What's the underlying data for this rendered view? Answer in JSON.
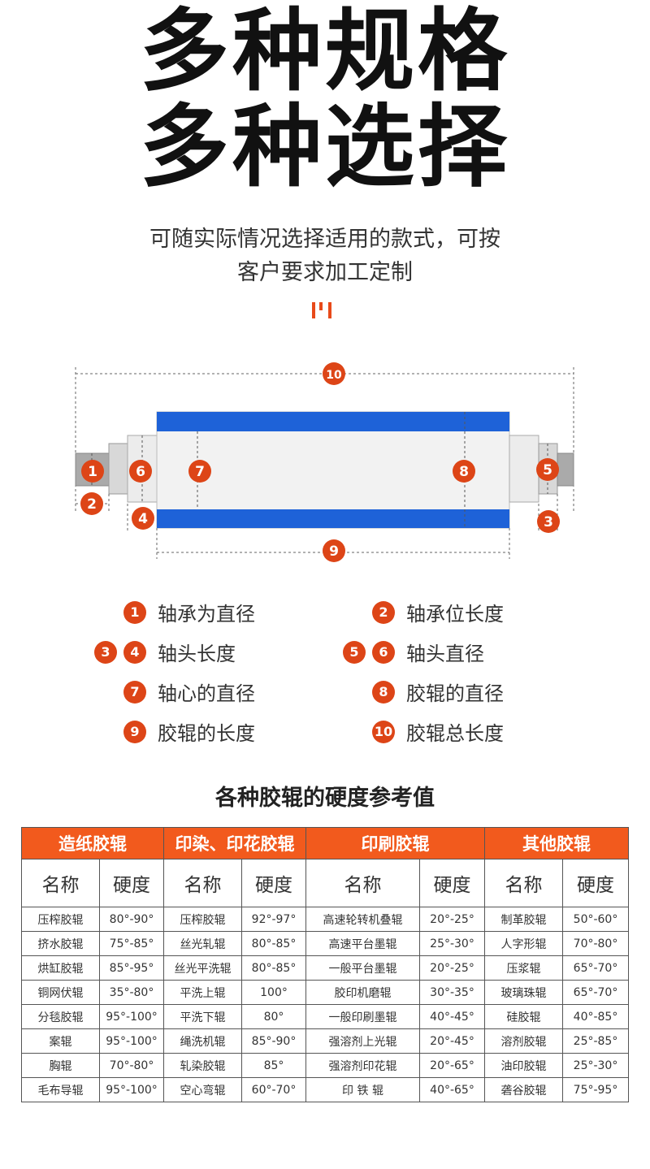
{
  "headline": {
    "line1": "多种规格",
    "line2": "多种选择"
  },
  "subtitle": {
    "line1": "可随实际情况选择适用的款式，可按",
    "line2": "客户要求加工定制"
  },
  "colors": {
    "accent": "#f25a1d",
    "badge": "#dd4517",
    "roller_blue": "#1e62d8"
  },
  "diagram": {
    "markers": [
      "1",
      "2",
      "3",
      "4",
      "5",
      "6",
      "7",
      "8",
      "9",
      "10"
    ]
  },
  "legend": [
    {
      "badges": [
        "1"
      ],
      "label": "轴承为直径"
    },
    {
      "badges": [
        "2"
      ],
      "label": "轴承位长度"
    },
    {
      "badges": [
        "3",
        "4"
      ],
      "label": "轴头长度"
    },
    {
      "badges": [
        "5",
        "6"
      ],
      "label": "轴头直径"
    },
    {
      "badges": [
        "7"
      ],
      "label": "轴心的直径"
    },
    {
      "badges": [
        "8"
      ],
      "label": "胶辊的直径"
    },
    {
      "badges": [
        "9"
      ],
      "label": "胶辊的长度"
    },
    {
      "badges": [
        "10"
      ],
      "label": "胶辊总长度"
    }
  ],
  "table": {
    "title": "各种胶辊的硬度参考值",
    "groups": [
      "造纸胶辊",
      "印染、印花胶辊",
      "印刷胶辊",
      "其他胶辊"
    ],
    "col_name": "名称",
    "col_hardness": "硬度",
    "rows": [
      [
        "压榨胶辊",
        "80°-90°",
        "压榨胶辊",
        "92°-97°",
        "高速轮转机叠辊",
        "20°-25°",
        "制革胶辊",
        "50°-60°"
      ],
      [
        "挤水胶辊",
        "75°-85°",
        "丝光轧辊",
        "80°-85°",
        "高速平台墨辊",
        "25°-30°",
        "人字形辊",
        "70°-80°"
      ],
      [
        "烘缸胶辊",
        "85°-95°",
        "丝光平洗辊",
        "80°-85°",
        "一般平台墨辊",
        "20°-25°",
        "压浆辊",
        "65°-70°"
      ],
      [
        "铜网伏辊",
        "35°-80°",
        "平洗上辊",
        "100°",
        "胶印机磨辊",
        "30°-35°",
        "玻璃珠辊",
        "65°-70°"
      ],
      [
        "分毯胶辊",
        "95°-100°",
        "平洗下辊",
        "80°",
        "一般印刷墨辊",
        "40°-45°",
        "硅胶辊",
        "40°-85°"
      ],
      [
        "案辊",
        "95°-100°",
        "绳洗机辊",
        "85°-90°",
        "强溶剂上光辊",
        "20°-45°",
        "溶剂胶辊",
        "25°-85°"
      ],
      [
        "胸辊",
        "70°-80°",
        "轧染胶辊",
        "85°",
        "强溶剂印花辊",
        "20°-65°",
        "油印胶辊",
        "25°-30°"
      ],
      [
        "毛布导辊",
        "95°-100°",
        "空心弯辊",
        "60°-70°",
        "印 铁 辊",
        "40°-65°",
        "砻谷胶辊",
        "75°-95°"
      ]
    ]
  }
}
